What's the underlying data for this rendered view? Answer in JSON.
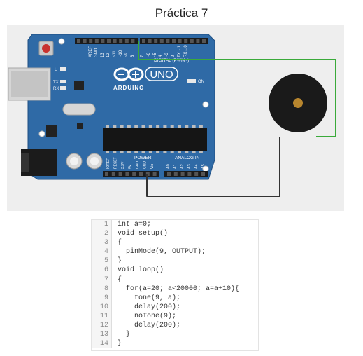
{
  "title": "Práctica 7",
  "board": {
    "model": "UNO",
    "brand": "ARDUINO",
    "digital_label": "DIGITAL (PWM~)",
    "analog_label": "ANALOG IN",
    "power_label": "POWER",
    "led_labels": [
      "L",
      "TX",
      "RX",
      "ON"
    ],
    "top_pin_labels": [
      "AREF",
      "GND",
      "13",
      "12",
      "~11",
      "~10",
      "~9",
      "8",
      "7",
      "~6",
      "~5",
      "4",
      "~3",
      "2",
      "TX→1",
      "RX←0"
    ],
    "power_pin_labels": [
      "IOREF",
      "RESET",
      "3.3V",
      "5V",
      "GND",
      "GND",
      "Vin"
    ],
    "analog_pin_labels": [
      "A0",
      "A1",
      "A2",
      "A3",
      "A4",
      "A5"
    ]
  },
  "colors": {
    "board": "#2f6aa6",
    "wire_signal": "#3aaa3a",
    "wire_ground": "#333333",
    "buzzer": "#1a1a1a",
    "buzzer_center": "#b8862e"
  },
  "code": {
    "lines": [
      {
        "n": "1",
        "text": "int a=0;"
      },
      {
        "n": "2",
        "text": "void setup()"
      },
      {
        "n": "3",
        "text": "{"
      },
      {
        "n": "4",
        "text": "  pinMode(9, OUTPUT);"
      },
      {
        "n": "5",
        "text": "}"
      },
      {
        "n": "6",
        "text": "void loop()"
      },
      {
        "n": "7",
        "text": "{"
      },
      {
        "n": "8",
        "text": "  for(a=20; a<20000; a=a+10){"
      },
      {
        "n": "9",
        "text": "    tone(9, a);"
      },
      {
        "n": "10",
        "text": "    delay(200);"
      },
      {
        "n": "11",
        "text": "    noTone(9);"
      },
      {
        "n": "12",
        "text": "    delay(200);"
      },
      {
        "n": "13",
        "text": "  }"
      },
      {
        "n": "14",
        "text": "}"
      }
    ]
  }
}
